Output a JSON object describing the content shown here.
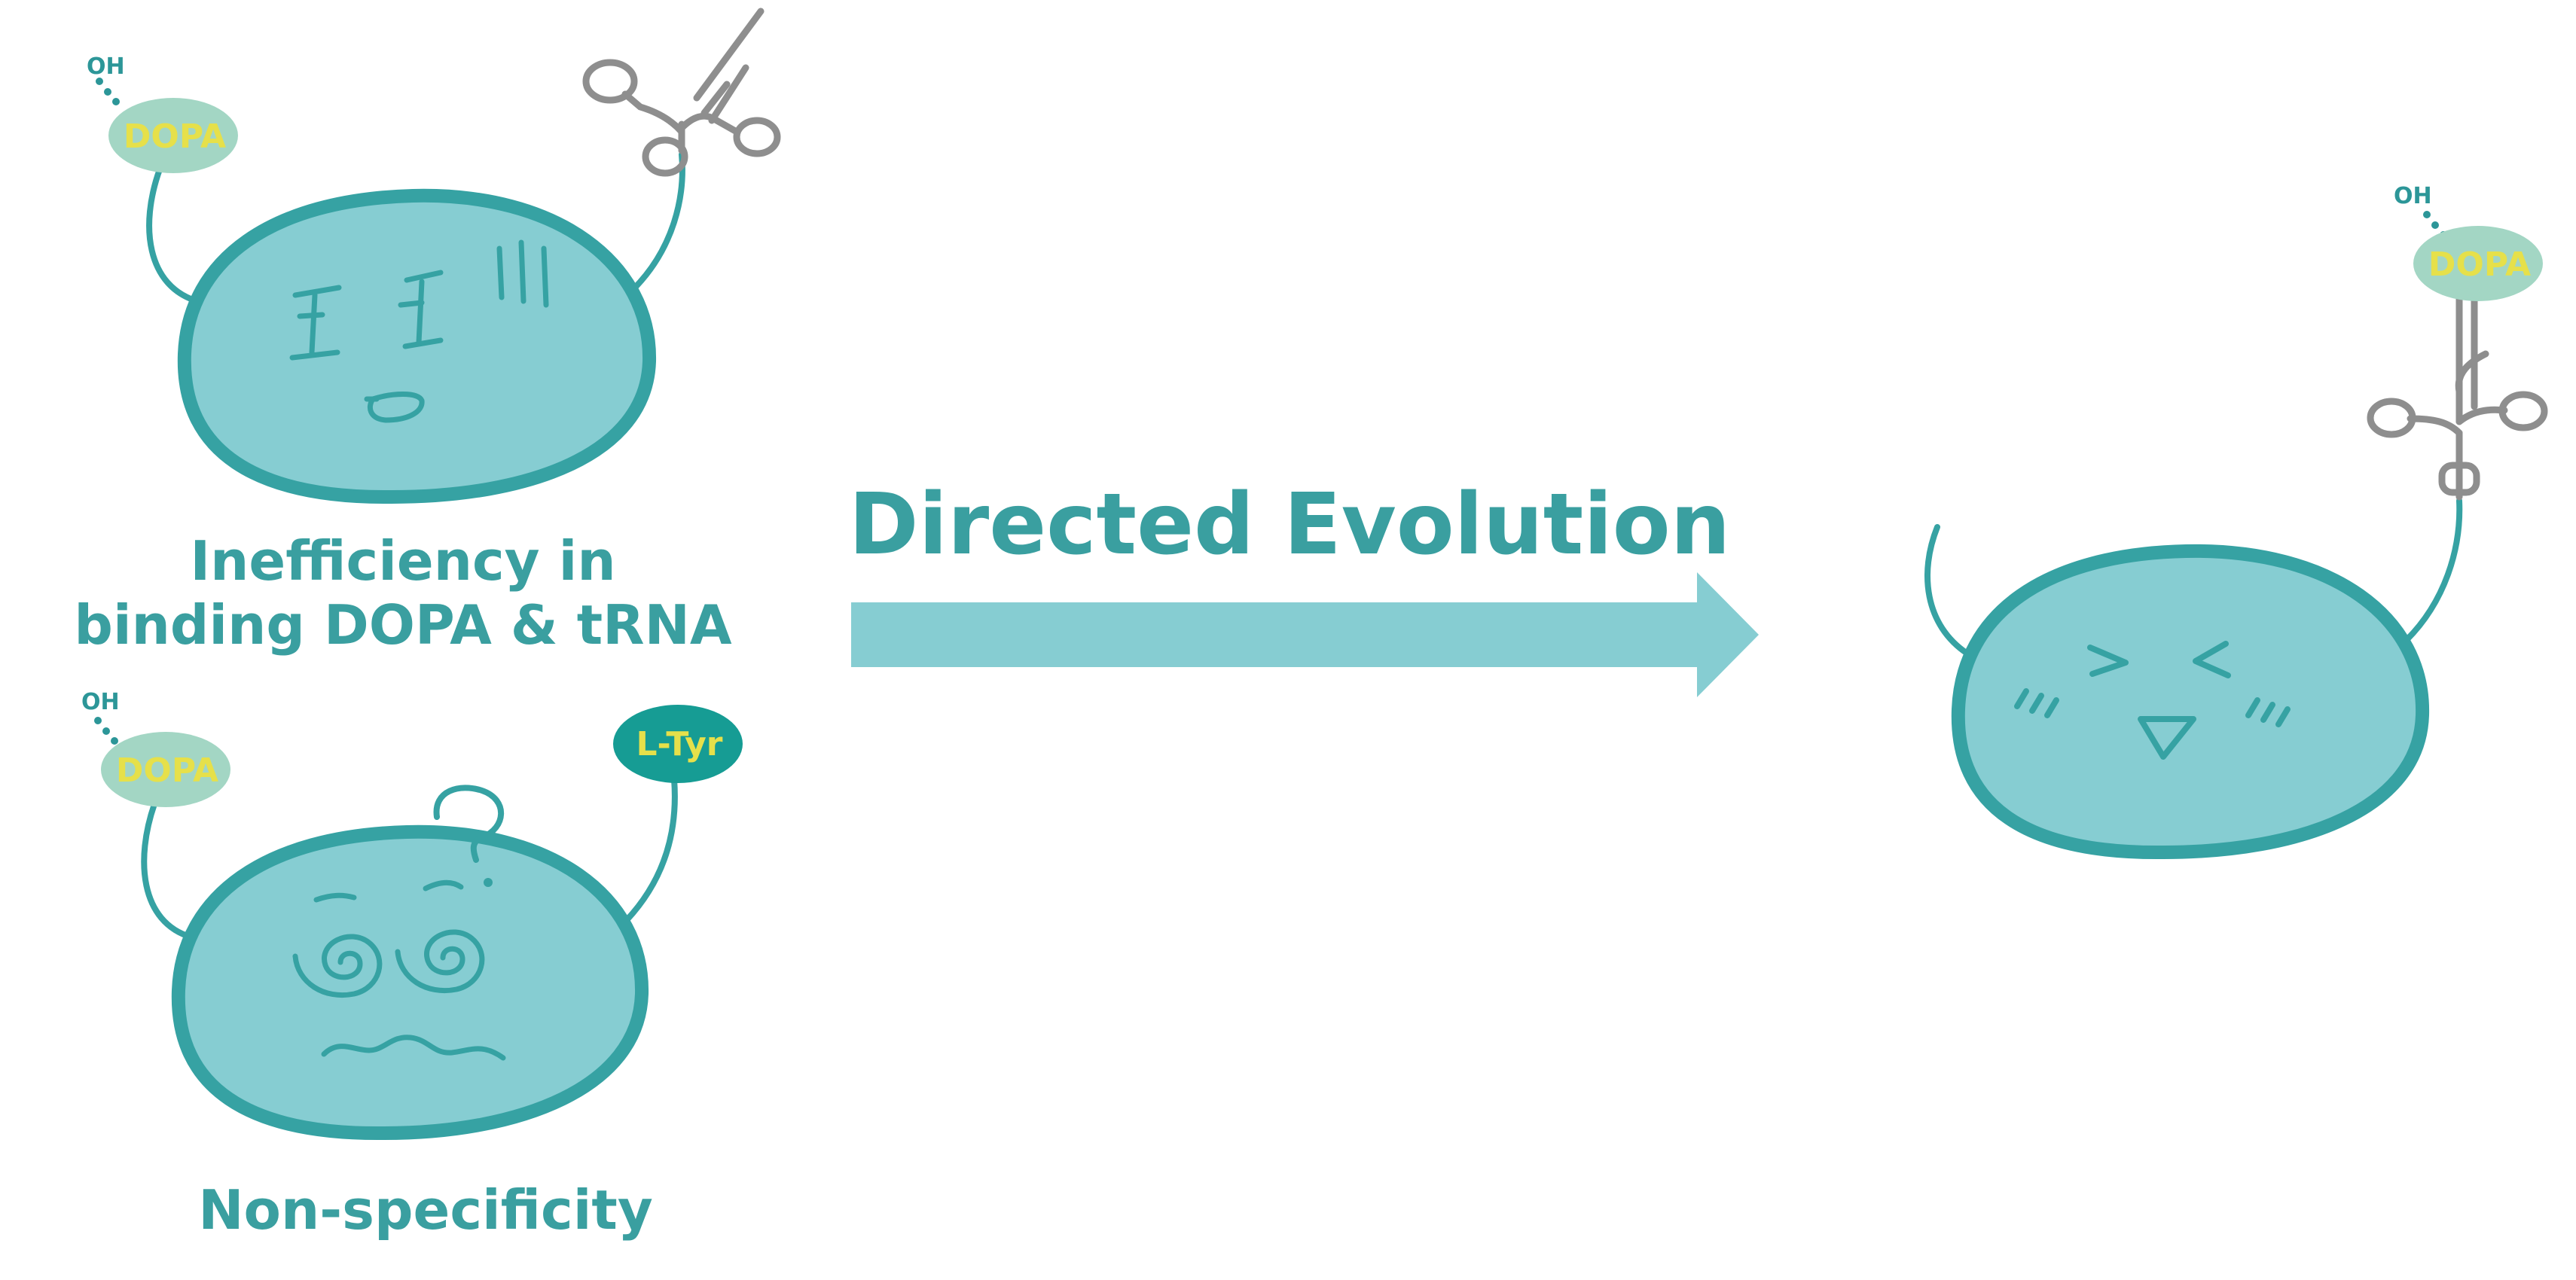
{
  "diagram": {
    "title": "Directed Evolution",
    "problem_1": {
      "caption_line_1": "Inefficiency in",
      "caption_line_2": "binding DOPA & tRNA",
      "substrate_label": "DOPA",
      "hydroxyl_label": "OH"
    },
    "problem_2": {
      "caption": "Non-specificity",
      "substrate_label": "DOPA",
      "hydroxyl_label": "OH",
      "competitor_label": "L-Tyr"
    },
    "result": {
      "substrate_label": "DOPA",
      "hydroxyl_label": "OH"
    }
  },
  "colors": {
    "body_fill": "#86cdd2",
    "body_stroke": "#36a2a3",
    "text_teal": "#3a9fa0",
    "arrow_fill": "#86cdd2",
    "dopa_bubble": "#a3d6c4",
    "dopa_text": "#e6e04a",
    "ltyr_bubble": "#169c94",
    "trna_gray": "#8e8e8e"
  }
}
